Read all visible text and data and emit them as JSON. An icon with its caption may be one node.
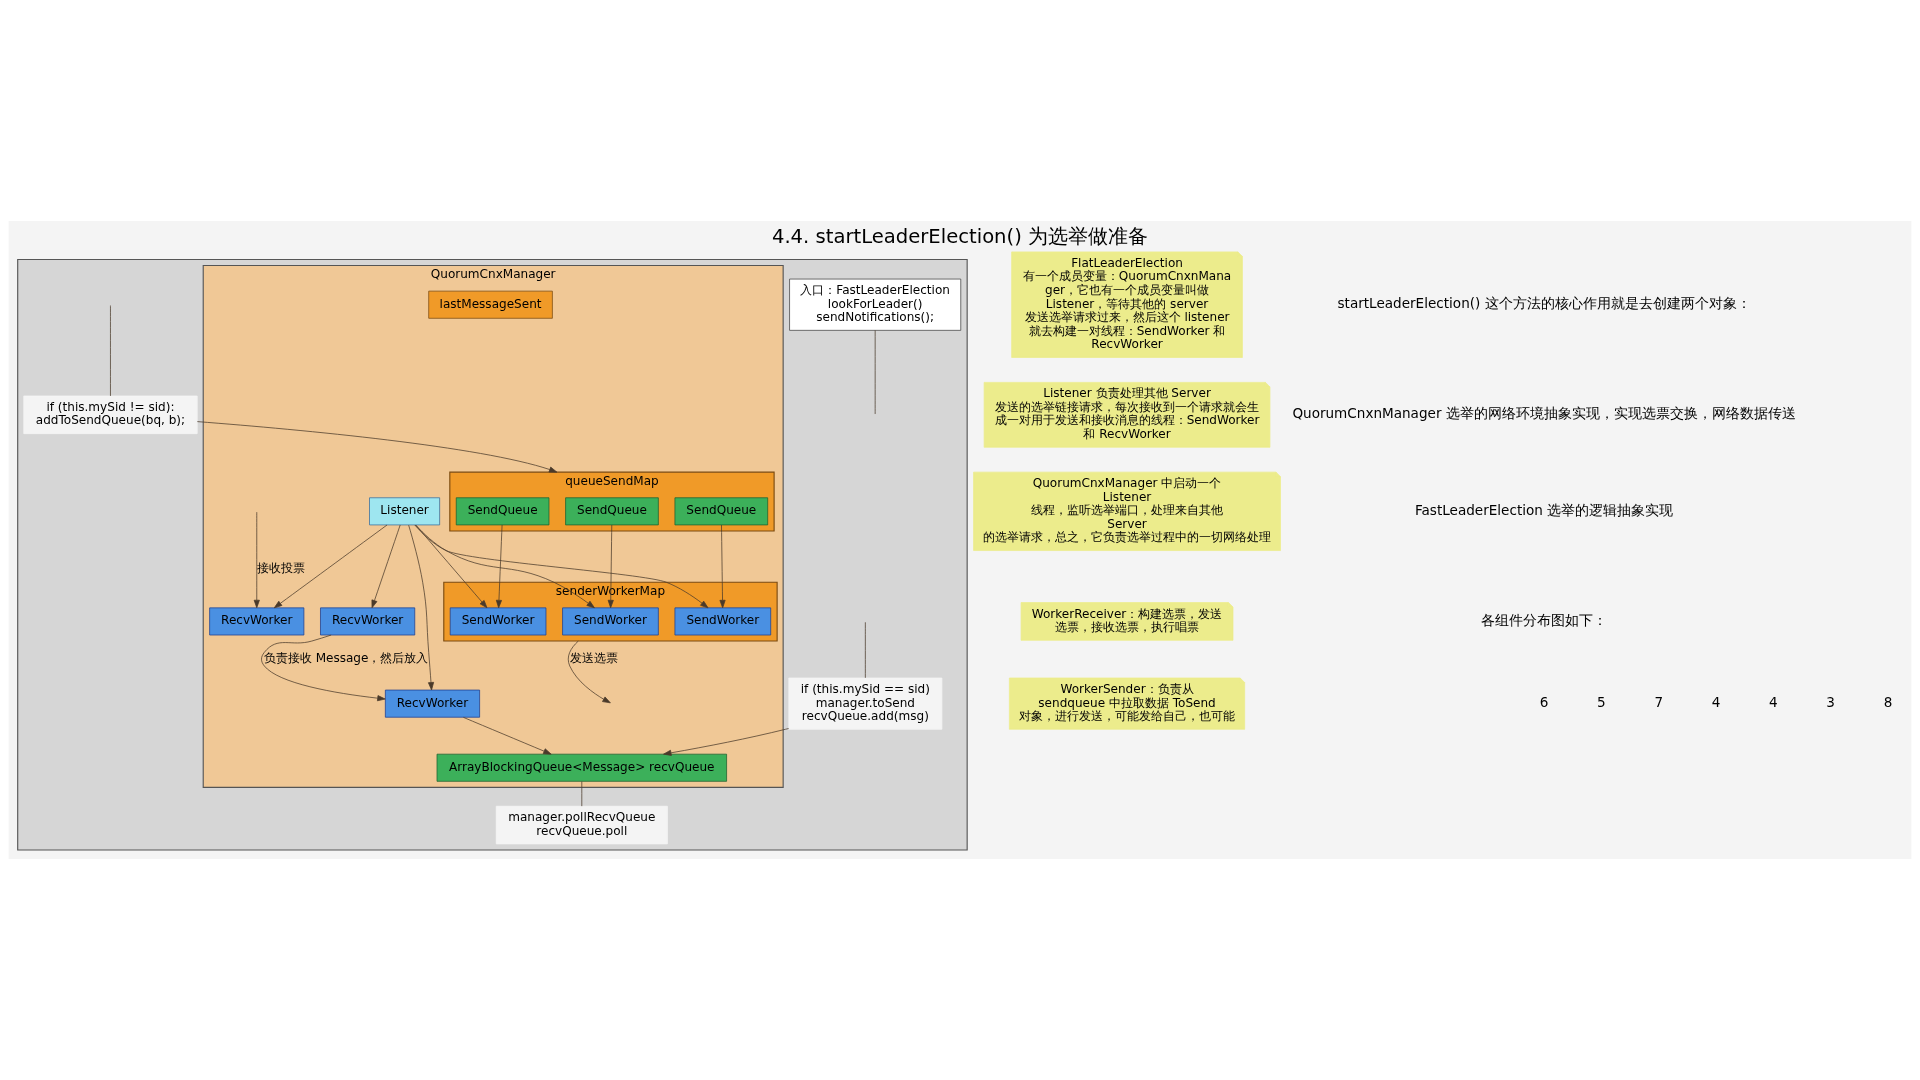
{
  "diagram": {
    "title": "4.4. startLeaderElection() 为选举做准备",
    "nodes": [
      {
        "text": [],
        "shape": "box"
      },
      {
        "text": [
          "QuorumCnxManager"
        ],
        "in": 0
      },
      {
        "text": [
          "RecvWorker"
        ],
        "in": 1
      },
      {
        "text": [
          "RecvWorker"
        ],
        "in": 1
      },
      {
        "text": [
          "RecvWorker"
        ],
        "in": 1
      },
      {
        "text": [
          "Listener"
        ],
        "in": 1
      },
      {
        "text": [
          "lastMessageSent"
        ],
        "in": 1
      },
      {
        "text": [
          "senderWorkerMap"
        ],
        "in": 1
      },
      {
        "text": [
          "SendWorker"
        ],
        "in": 7
      },
      {
        "text": [
          "SendWorker"
        ],
        "in": 7
      },
      {
        "text": [
          "SendWorker"
        ],
        "in": 7
      },
      {
        "text": [
          "queueSendMap"
        ],
        "in": 1
      },
      {
        "text": [
          "SendQueue"
        ],
        "in": 11
      },
      {
        "text": [
          "SendQueue"
        ],
        "in": 11
      },
      {
        "text": [
          "SendQueue"
        ],
        "in": 11
      },
      {
        "text": [
          "ArrayBlockingQueue<Message> recvQueue"
        ],
        "in": 1
      },
      {
        "text": [
          "manager.pollRecvQueue recvQueue.poll"
        ],
        "in": 0
      },
      {
        "text": [
          "入口：FastLeaderElection lookForLeader() sendNotifications();"
        ],
        "in": 0
      },
      {
        "text": [
          "if (this.mySid == sid) manager.toSend recvQueue.add(msg)"
        ],
        "in": 0
      },
      {
        "text": [
          "if (this.mySid != sid): addToSendQueue(bq, b);"
        ],
        "in": 0
      },
      {
        "text": [
          "FlatLeaderElection 有一个成员变量：QuorumCnxnManager，它也有一个成员变量叫做 Listener，等待其他的 server 发送选举请求过来，然后这个 listener 就去构建一对线程：SendWorker 和 RecvWorker"
        ]
      },
      {
        "text": [
          "Listener 负责处理其他 Server 发送的选举链接请求，每次接收到一个请求就会生成一对用于发送和接收消息的线程：SendWorker 和 RecvWorker"
        ]
      },
      {
        "text": [
          "QuorumCnxManager 中启动一个 Listener 线程，监听选举端口，处理来自其他 Server 的选举请求，总之，它负责选举过程中的一切网络处理"
        ]
      },
      {
        "text": [
          "WorkerReceiver：构建选票，发送选票，接收选票，执行唱票"
        ]
      },
      {
        "text": [
          "WorkerSender：负责从 sendqueue 中拉取数据 ToSend 对象，进行发送，可能发给自己，也可能"
        ]
      }
    ],
    "edges": [
      {
        "from": null,
        "to": 2,
        "arrow": "to",
        "label": "接收投票"
      },
      {
        "from": 5,
        "to": 2,
        "arrow": "to"
      },
      {
        "from": 5,
        "to": 3,
        "arrow": "to"
      },
      {
        "from": 5,
        "to": 4,
        "arrow": "to"
      },
      {
        "from": 3,
        "to": 4,
        "arrow": "to",
        "label": "负责接收 Message，然后放入"
      },
      {
        "from": 4,
        "to": 15,
        "arrow": "to"
      },
      {
        "from": 5,
        "to": 8,
        "arrow": "to"
      },
      {
        "from": 5,
        "to": 9,
        "arrow": "to"
      },
      {
        "from": 5,
        "to": 10,
        "arrow": "to"
      },
      {
        "from": 12,
        "to": 8,
        "arrow": "to"
      },
      {
        "from": 13,
        "to": 9,
        "arrow": "to"
      },
      {
        "from": 14,
        "to": 10,
        "arrow": "to"
      },
      {
        "from": 7,
        "to": null,
        "arrow": "to",
        "label": "发送选票"
      },
      {
        "from": 15,
        "to": 16,
        "arrow": "none"
      },
      {
        "from": 18,
        "to": 15,
        "arrow": "to"
      },
      {
        "from": 19,
        "to": 11,
        "arrow": "to"
      },
      {
        "from": null,
        "to": 18,
        "arrow": "none"
      },
      {
        "from": null,
        "to": 19,
        "arrow": "none"
      },
      {
        "from": 17,
        "to": null,
        "arrow": "none"
      }
    ],
    "labels": [
      "startLeaderElection() 这个方法的核心作用就是去创建两个对象：",
      "QuorumCnxnManager 选举的网络环境抽象实现，实现选票交换，网络数据传送",
      "FastLeaderElection 选举的逻辑抽象实现",
      "各组件分布图如下：",
      "6",
      "5",
      "7",
      "4",
      "4",
      "3",
      "8"
    ]
  }
}
